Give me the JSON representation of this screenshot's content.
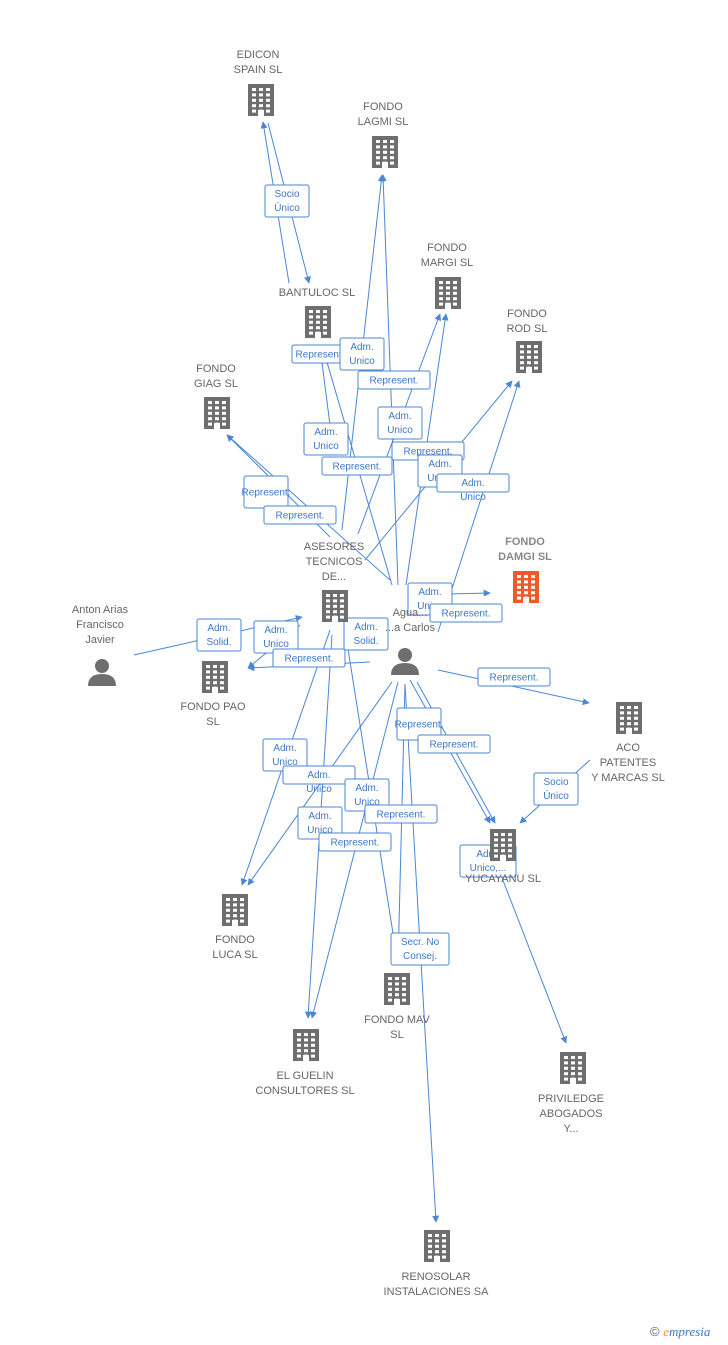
{
  "colors": {
    "edge": "#4a86d4",
    "building": "#6e6e6e",
    "highlight": "#f05a28",
    "person": "#6e6e6e"
  },
  "nodes": [
    {
      "id": "edicon",
      "type": "company",
      "lines": [
        "EDICON",
        "SPAIN SL"
      ]
    },
    {
      "id": "lagmi",
      "type": "company",
      "lines": [
        "FONDO",
        "LAGMI SL"
      ]
    },
    {
      "id": "margi",
      "type": "company",
      "lines": [
        "FONDO",
        "MARGI SL"
      ]
    },
    {
      "id": "bantuloc",
      "type": "company",
      "lines": [
        "BANTULOC SL"
      ]
    },
    {
      "id": "rod",
      "type": "company",
      "lines": [
        "FONDO",
        "ROD SL"
      ]
    },
    {
      "id": "giag",
      "type": "company",
      "lines": [
        "FONDO",
        "GIAG SL"
      ]
    },
    {
      "id": "damgi",
      "type": "company",
      "highlight": true,
      "lines": [
        "FONDO",
        "DAMGI SL"
      ]
    },
    {
      "id": "asesores",
      "type": "company",
      "lines": [
        "ASESORES",
        "TECNICOS",
        "DE..."
      ]
    },
    {
      "id": "anton",
      "type": "person",
      "lines": [
        "Anton Arias",
        "Francisco",
        "Javier"
      ]
    },
    {
      "id": "aguado",
      "type": "person",
      "lines": [
        "Agua...",
        "...a Carlos"
      ]
    },
    {
      "id": "pao",
      "type": "company",
      "lines": [
        "FONDO PAO",
        "SL"
      ]
    },
    {
      "id": "aco",
      "type": "company",
      "lines": [
        "ACO",
        "PATENTES",
        "Y MARCAS SL"
      ]
    },
    {
      "id": "yucayanu",
      "type": "company",
      "lines": [
        "YUCAYANU SL"
      ]
    },
    {
      "id": "luca",
      "type": "company",
      "lines": [
        "FONDO",
        "LUCA SL"
      ]
    },
    {
      "id": "mav",
      "type": "company",
      "lines": [
        "FONDO MAV",
        "SL"
      ]
    },
    {
      "id": "guelin",
      "type": "company",
      "lines": [
        "EL GUELIN",
        "CONSULTORES SL"
      ]
    },
    {
      "id": "priviledge",
      "type": "company",
      "lines": [
        "PRIVILEDGE",
        "ABOGADOS",
        "Y..."
      ]
    },
    {
      "id": "renosolar",
      "type": "company",
      "lines": [
        "RENOSOLAR",
        "INSTALACIONES SA"
      ]
    }
  ],
  "edge_labels": [
    [
      "Socio",
      "Único"
    ],
    [
      "Represent."
    ],
    [
      "Adm.",
      "Unico"
    ],
    [
      "Represent."
    ],
    [
      "Adm.",
      "Unico"
    ],
    [
      "Adm.",
      "Unico"
    ],
    [
      "Represent."
    ],
    [
      "Represent."
    ],
    [
      "Adm.",
      "Unico"
    ],
    [
      "Represent."
    ],
    [
      "Adm.",
      "Unico"
    ],
    [
      "Represent."
    ],
    [
      "Adm.",
      "Unico"
    ],
    [
      "Represent."
    ],
    [
      "Adm.",
      "Solid."
    ],
    [
      "Adm.",
      "Unico"
    ],
    [
      "Adm.",
      "Solid."
    ],
    [
      "Represent."
    ],
    [
      "Represent."
    ],
    [
      "Socio",
      "Único"
    ],
    [
      "Adm.",
      "Unico"
    ],
    [
      "Represent."
    ],
    [
      "Adm.",
      "Unico"
    ],
    [
      "Represent."
    ],
    [
      "Adm.",
      "Unico"
    ],
    [
      "Represent."
    ],
    [
      "Adm.",
      "Unico"
    ],
    [
      "Represent."
    ],
    [
      "Adm.",
      "Unico,..."
    ],
    [
      "Secr. No",
      "Consej."
    ]
  ],
  "footer": {
    "copyright": "©",
    "brand_first": "e",
    "brand_rest": "mpresia"
  }
}
